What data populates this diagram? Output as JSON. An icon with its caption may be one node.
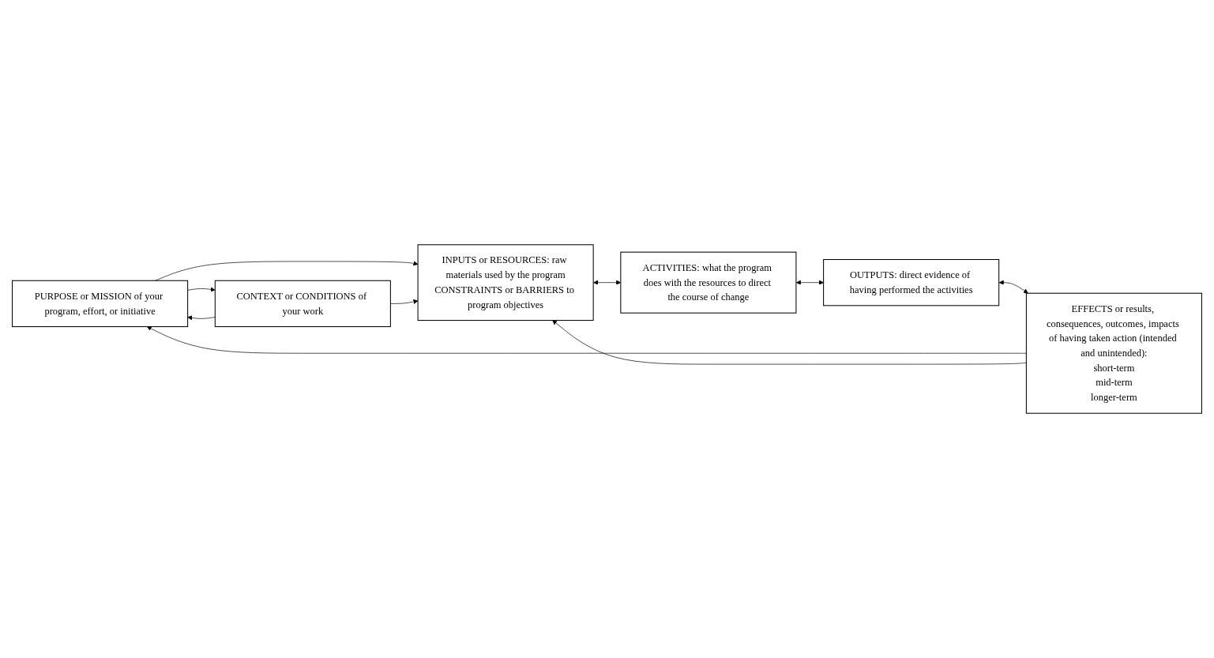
{
  "diagram": {
    "nodes": [
      {
        "text": [
          "PURPOSE or MISSION of your program, effort, or initiative"
        ]
      },
      {
        "text": [
          "INPUTS or RESOURCES: raw materials used by the program",
          "CONSTRAINTS or BARRIERS to program objectives"
        ]
      },
      {
        "text": [
          "ACTIVITIES: what the program does with the resources to direct the course of change"
        ]
      },
      {
        "text": [
          "OUTPUTS: direct evidence of having performed the activities"
        ]
      },
      {
        "text": [
          "EFFECTS or results, consequences, outcomes, impacts of having taken action (intended and unintended):",
          "short-term",
          "mid-term",
          "longer-term"
        ]
      },
      {
        "text": [
          "CONTEXT or CONDITIONS of your work"
        ]
      }
    ],
    "edges": [
      {
        "from": 0,
        "to": 1,
        "arrow": "to"
      },
      {
        "from": 1,
        "to": 2,
        "arrow": "both"
      },
      {
        "from": 2,
        "to": 3,
        "arrow": "both"
      },
      {
        "from": 3,
        "to": 4,
        "arrow": "both"
      },
      {
        "from": 4,
        "to": 0,
        "arrow": "to"
      },
      {
        "from": 5,
        "to": 1,
        "arrow": "to"
      },
      {
        "from": 4,
        "to": 1,
        "arrow": "to"
      },
      {
        "from": 0,
        "to": 5,
        "arrow": "to"
      },
      {
        "from": 5,
        "to": 0,
        "arrow": "to"
      }
    ]
  }
}
